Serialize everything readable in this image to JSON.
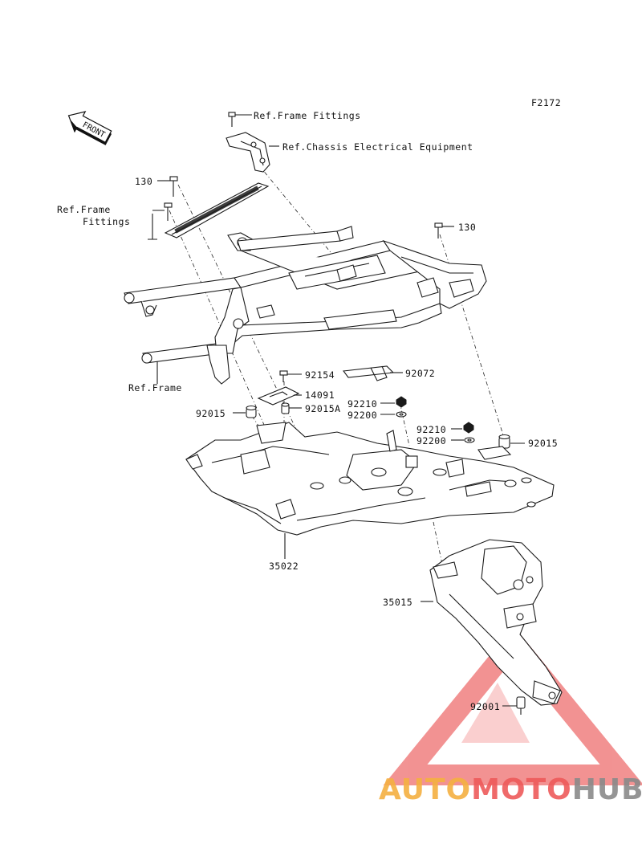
{
  "figure_code": "F2172",
  "front_label": "FRONT",
  "labels": {
    "ref_frame_fittings_top": "Ref.Frame Fittings",
    "ref_chassis_electrical": "Ref.Chassis Electrical Equipment",
    "part_130_left": "130",
    "ref_frame_fittings_left_1": "Ref.Frame",
    "ref_frame_fittings_left_2": "Fittings",
    "part_130_right": "130",
    "ref_frame": "Ref.Frame",
    "part_92154": "92154",
    "part_92072": "92072",
    "part_14091": "14091",
    "part_92015_left": "92015",
    "part_92015A": "92015A",
    "part_92210_a": "92210",
    "part_92200_a": "92200",
    "part_92210_b": "92210",
    "part_92200_b": "92200",
    "part_92015_right": "92015",
    "part_35022": "35022",
    "part_35015": "35015",
    "part_92001": "92001"
  },
  "watermark": {
    "auto": "AUTO",
    "moto": "MOTO",
    "hub": "HUB",
    "colors": {
      "orange": "#f5b041",
      "red": "#ee5a5a",
      "gray": "#8a8a8a"
    }
  }
}
